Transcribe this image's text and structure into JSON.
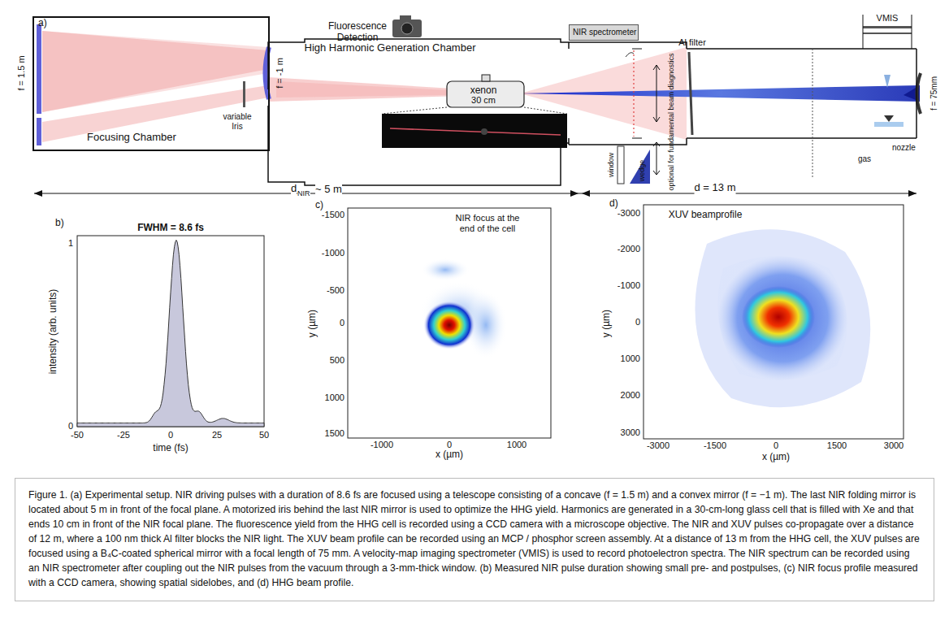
{
  "diagram": {
    "caption": "Figure 1. (a) Experimental setup. NIR driving pulses with a duration of 8.6 fs are focused using a telescope consisting of a concave (f = 1.5 m) and a convex mirror (f = −1 m). The last NIR folding mirror is located about 5 m in front of the focal plane. A motorized iris behind the last NIR mirror is used to optimize the HHG yield. Harmonics are generated in a 30-cm-long glass cell that is filled with Xe and that ends 10 cm in front of the NIR focal plane. The fluorescence yield from the HHG cell is recorded using a CCD camera with a microscope objective. The NIR and XUV pulses co-propagate over a distance of 12 m, where a 100 nm thick Al filter blocks the NIR light. The XUV beam profile can be recorded using an MCP / phosphor screen assembly. At a distance of 13 m from the HHG cell, the XUV pulses are focused using a B₄C-coated spherical mirror with a focal length of 75 mm. A velocity-map imaging spectrometer (VMIS) is used to record photoelectron spectra. The NIR spectrum can be recorded using an NIR spectrometer after coupling out the NIR pulses from the vacuum through a 3-mm-thick window. (b) Measured NIR pulse duration showing small pre- and postpulses, (c) NIR focus profile measured with a CCD camera, showing spatial sidelobes, and (d) HHG beam profile.",
    "nodes": [
      {
        "text": [
          "Focusing Chamber"
        ]
      },
      {
        "text": [
          "High Harmonic Generation Chamber"
        ]
      },
      {
        "text": [
          "xenon",
          "30 cm"
        ],
        "in": 1
      },
      {
        "text": [
          "NIR spectrometer"
        ]
      },
      {
        "text": [
          "VMIS"
        ]
      }
    ],
    "labels": [
      "a)",
      "f = 1.5 m",
      "f = -1 m",
      "variable Iris",
      "Fluorescence Detection",
      "Al filter",
      "gas",
      "nozzle",
      "f = 75mm",
      "optional for fundamental beam diagnostics",
      "window",
      "wedge",
      "d",
      "NIR",
      "~ 5 m",
      "d = 13 m",
      "b)",
      "FWHM = 8.6 fs",
      "intensity (arb. units)",
      "time (fs)",
      "1",
      "0",
      "-50",
      "-25",
      "0",
      "25",
      "50",
      "c)",
      "NIR focus at the end of the cell",
      "y (µm)",
      "x (µm)",
      "-1500",
      "-1000",
      "-500",
      "0",
      "500",
      "1000",
      "1500",
      "-1000",
      "0",
      "1000",
      "d)",
      "XUV beamprofile",
      "y (µm)",
      "x (µm)",
      "-3000",
      "-2000",
      "-1000",
      "0",
      "1000",
      "2000",
      "3000",
      "-3000",
      "-1500",
      "0",
      "1500",
      "3000"
    ]
  }
}
